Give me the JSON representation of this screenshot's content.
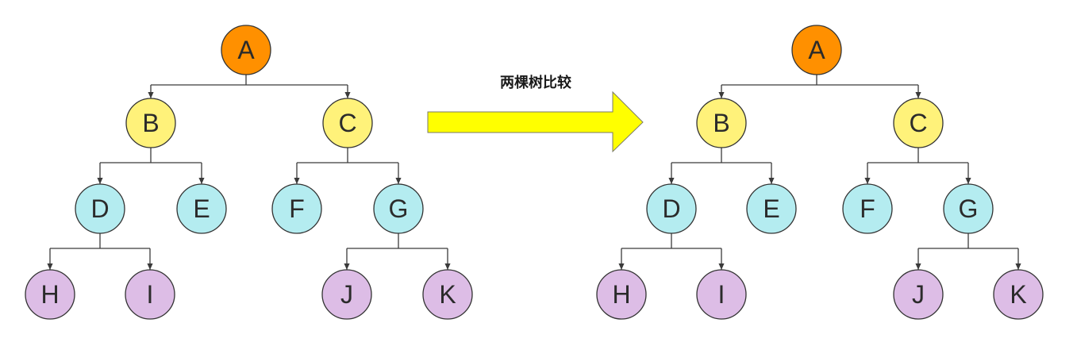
{
  "caption": "两棵树比较",
  "colors": {
    "root": "#ff9000",
    "level1": "#fff27a",
    "level2": "#b4ecf0",
    "level3": "#ddbde6",
    "arrow": "#ffff00",
    "arrow_stroke": "#7a7a6a"
  },
  "trees": [
    {
      "nodes": [
        {
          "id": "A",
          "label": "A",
          "level": 0
        },
        {
          "id": "B",
          "label": "B",
          "level": 1
        },
        {
          "id": "C",
          "label": "C",
          "level": 1
        },
        {
          "id": "D",
          "label": "D",
          "level": 2
        },
        {
          "id": "E",
          "label": "E",
          "level": 2
        },
        {
          "id": "F",
          "label": "F",
          "level": 2
        },
        {
          "id": "G",
          "label": "G",
          "level": 2
        },
        {
          "id": "H",
          "label": "H",
          "level": 3
        },
        {
          "id": "I",
          "label": "I",
          "level": 3
        },
        {
          "id": "J",
          "label": "J",
          "level": 3
        },
        {
          "id": "K",
          "label": "K",
          "level": 3
        }
      ],
      "edges": [
        [
          "A",
          "B"
        ],
        [
          "A",
          "C"
        ],
        [
          "B",
          "D"
        ],
        [
          "B",
          "E"
        ],
        [
          "C",
          "F"
        ],
        [
          "C",
          "G"
        ],
        [
          "D",
          "H"
        ],
        [
          "D",
          "I"
        ],
        [
          "G",
          "J"
        ],
        [
          "G",
          "K"
        ]
      ]
    },
    {
      "nodes": [
        {
          "id": "A",
          "label": "A",
          "level": 0
        },
        {
          "id": "B",
          "label": "B",
          "level": 1
        },
        {
          "id": "C",
          "label": "C",
          "level": 1
        },
        {
          "id": "D",
          "label": "D",
          "level": 2
        },
        {
          "id": "E",
          "label": "E",
          "level": 2
        },
        {
          "id": "F",
          "label": "F",
          "level": 2
        },
        {
          "id": "G",
          "label": "G",
          "level": 2
        },
        {
          "id": "H",
          "label": "H",
          "level": 3
        },
        {
          "id": "I",
          "label": "I",
          "level": 3
        },
        {
          "id": "J",
          "label": "J",
          "level": 3
        },
        {
          "id": "K",
          "label": "K",
          "level": 3
        }
      ],
      "edges": [
        [
          "A",
          "B"
        ],
        [
          "A",
          "C"
        ],
        [
          "B",
          "D"
        ],
        [
          "B",
          "E"
        ],
        [
          "C",
          "F"
        ],
        [
          "C",
          "G"
        ],
        [
          "D",
          "H"
        ],
        [
          "D",
          "I"
        ],
        [
          "G",
          "J"
        ],
        [
          "G",
          "K"
        ]
      ]
    }
  ]
}
